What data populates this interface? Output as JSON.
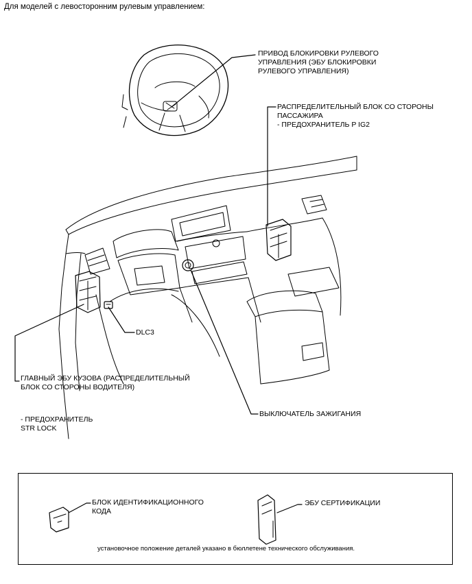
{
  "caption": "Для моделей с левосторонним рулевым управлением:",
  "callouts": {
    "steering_lock_actuator": [
      "ПРИВОД БЛОКИРОВКИ РУЛЕВОГО",
      "УПРАВЛЕНИЯ (ЭБУ БЛОКИРОВКИ",
      "РУЛЕВОГО УПРАВЛЕНИЯ)"
    ],
    "passenger_junction_block": [
      "РАСПРЕДЕЛИТЕЛЬНЫЙ БЛОК СО СТОРОНЫ",
      "ПАССАЖИРА",
      "- ПРЕДОХРАНИТЕЛЬ P IG2"
    ],
    "dlc3": "DLC3",
    "main_body_ecu": [
      "ГЛАВНЫЙ ЭБУ КУЗОВА (РАСПРЕДЕЛИТЕЛЬНЫЙ",
      "БЛОК СО СТОРОНЫ ВОДИТЕЛЯ)"
    ],
    "fuse_str_lock": [
      "- ПРЕДОХРАНИТЕЛЬ",
      "STR LOCK"
    ],
    "ignition_switch": "ВЫКЛЮЧАТЕЛЬ ЗАЖИГАНИЯ"
  },
  "legend": {
    "id_code_box": [
      "БЛОК ИДЕНТИФИКАЦИОННОГО",
      "КОДА"
    ],
    "certification_ecu": "ЭБУ СЕРТИФИКАЦИИ",
    "note": "установочное положение деталей указано в бюллетене технического обслуживания."
  },
  "colors": {
    "line": "#000000",
    "background": "#ffffff"
  }
}
